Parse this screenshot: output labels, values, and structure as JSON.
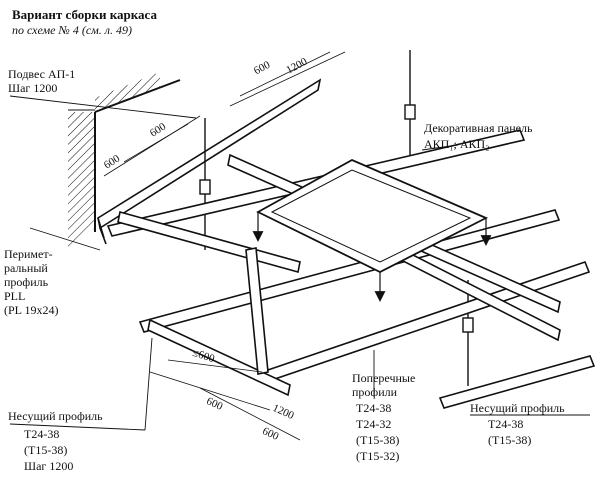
{
  "title": "Вариант сборки каркаса",
  "subtitle": "по схеме № 4 (см. л. 49)",
  "labels": {
    "hanger_line1": "Подвес АП-1",
    "hanger_line2": "Шаг 1200",
    "panel_line1": "Декоративная панель",
    "panel_line2": "АКП₁; АКП₂",
    "perimeter_line1": "Перимет-",
    "perimeter_line2": "ральный",
    "perimeter_line3": "профиль",
    "perimeter_line4": "PLL",
    "perimeter_line5": "(PL 19x24)",
    "cross_line1": "Поперечные",
    "cross_line2": "профили",
    "cross_line3": "T24-38",
    "cross_line4": "T24-32",
    "cross_line5": "(T15-38)",
    "cross_line6": "(T15-32)",
    "main_left_line1": "Несущий профиль",
    "main_left_line2": "T24-38",
    "main_left_line3": "(T15-38)",
    "main_left_line4": "Шаг 1200",
    "main_right_line1": "Несущий профиль",
    "main_right_line2": "T24-38",
    "main_right_line3": "(T15-38)"
  },
  "dimensions": {
    "top_600": "600",
    "top_1200": "1200",
    "left_600_a": "600",
    "left_600_b": "600",
    "max_600": "≤600",
    "bottom_600": "600",
    "bottom_1200": "1200",
    "bottom_600_b": "600"
  },
  "colors": {
    "ink": "#111111",
    "paper": "#ffffff"
  }
}
